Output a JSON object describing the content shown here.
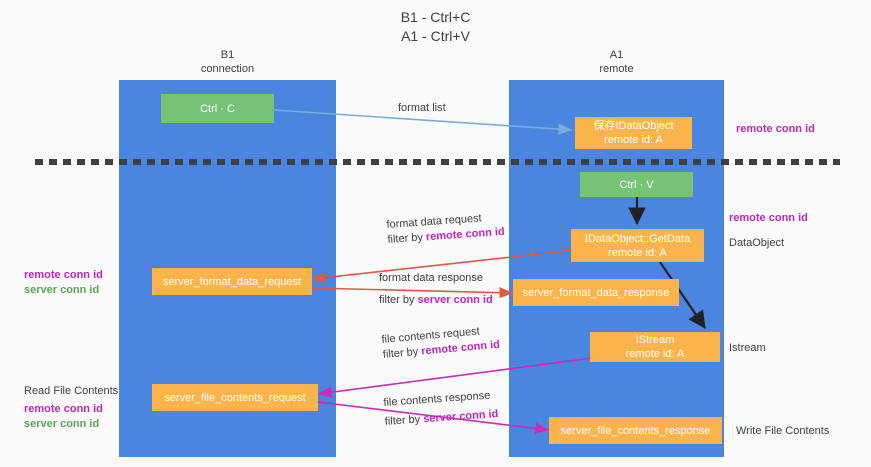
{
  "title": {
    "line1": "B1 - Ctrl+C",
    "line2": "A1 - Ctrl+V"
  },
  "lanes": [
    {
      "id": "b1",
      "name": "B1",
      "sub": "connection",
      "color": "#4a86e0"
    },
    {
      "id": "a1",
      "name": "A1",
      "sub": "remote",
      "color": "#4a86e0"
    }
  ],
  "colors": {
    "lane_blue": "#4a86e0",
    "box_green": "#76c376",
    "box_orange": "#fbb44c",
    "arrow_blue": "#7aaeda",
    "arrow_red": "#e2584a",
    "arrow_magenta": "#cc2bb5",
    "arrow_black": "#202124",
    "text_purple": "#c026c0",
    "text_green": "#5aa45a",
    "dashed": "#3c4043",
    "background": "#fafafa"
  },
  "nodes": {
    "ctrl_c": {
      "label": "Ctrl · C",
      "kind": "green",
      "lane": "b1"
    },
    "save_idataobject": {
      "line1": "保存IDataObject",
      "line2": "remote id: A",
      "kind": "orange",
      "lane": "a1"
    },
    "ctrl_v": {
      "label": "Ctrl · V",
      "kind": "green",
      "lane": "a1"
    },
    "getdata": {
      "line1": "IDataObject::GetData",
      "line2": "remote id: A",
      "kind": "orange",
      "lane": "a1"
    },
    "server_format_data_request": {
      "label": "server_format_data_request",
      "kind": "orange",
      "lane": "b1"
    },
    "server_format_data_response": {
      "label": "server_format_data_response",
      "kind": "orange",
      "lane": "a1"
    },
    "istream": {
      "line1": "IStream",
      "line2": "remote id: A",
      "kind": "orange",
      "lane": "a1"
    },
    "server_file_contents_request": {
      "label": "server_file_contents_request",
      "kind": "orange",
      "lane": "b1"
    },
    "server_file_contents_response": {
      "label": "server_file_contents_response",
      "kind": "orange",
      "lane": "a1"
    }
  },
  "edge_labels": {
    "format_list": {
      "text": "format list"
    },
    "format_data_request": {
      "line1": "format data request",
      "prefix": "filter by ",
      "key": "remote conn id"
    },
    "format_data_response": {
      "line1": "format data response",
      "prefix": "filter by ",
      "key": "server conn id"
    },
    "file_contents_request": {
      "line1": "file contents request",
      "prefix": "filter by ",
      "key": "remote conn id"
    },
    "file_contents_response": {
      "line1": "file contents response",
      "prefix": "filter by ",
      "key": "server conn id"
    }
  },
  "right_annotations": [
    {
      "id": "r1",
      "text": "remote conn id",
      "style": "purple-bold"
    },
    {
      "id": "r2",
      "text": "remote conn id",
      "style": "purple-bold"
    },
    {
      "id": "r3",
      "text": "DataObject",
      "style": "dark"
    },
    {
      "id": "r4",
      "text": "Istream",
      "style": "dark"
    },
    {
      "id": "r5",
      "text": "Write File Contents",
      "style": "dark"
    }
  ],
  "left_annotations": [
    {
      "id": "l1",
      "text": "remote conn id",
      "style": "purple-bold"
    },
    {
      "id": "l2",
      "text": "server conn id",
      "style": "green-bold"
    },
    {
      "id": "l3",
      "text": "Read File Contents",
      "style": "dark"
    },
    {
      "id": "l4",
      "text": "remote conn id",
      "style": "purple-bold"
    },
    {
      "id": "l5",
      "text": "server conn id",
      "style": "green-bold"
    }
  ]
}
